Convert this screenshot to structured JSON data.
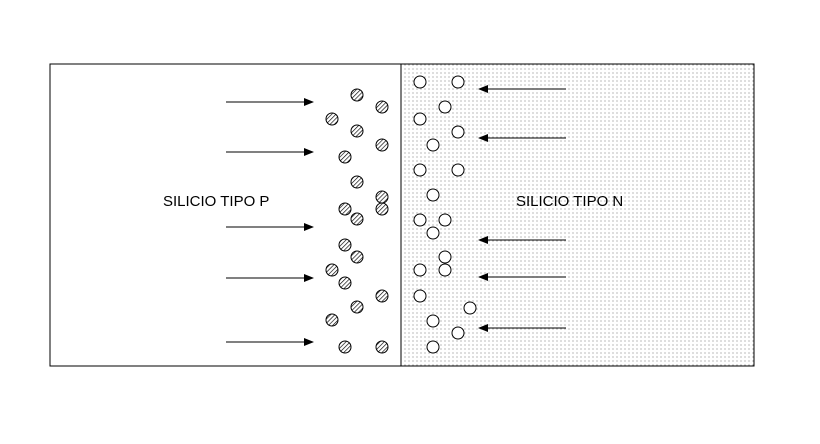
{
  "regions": {
    "p": {
      "label": "SILICIO TIPO P",
      "fill": "#ffffff"
    },
    "n": {
      "label": "SILICIO TIPO N",
      "fill": "#f4f4f4",
      "dot_color": "#8a8a8a"
    }
  },
  "colors": {
    "stroke": "#000000",
    "hatch": "#000000"
  },
  "particles": {
    "p_side": {
      "kind": "hatched-ion",
      "count": 20
    },
    "n_side": {
      "kind": "hollow-circle",
      "count": 20
    }
  },
  "arrows": {
    "left": {
      "direction": "right",
      "count": 5
    },
    "right": {
      "direction": "left",
      "count": 5
    }
  }
}
